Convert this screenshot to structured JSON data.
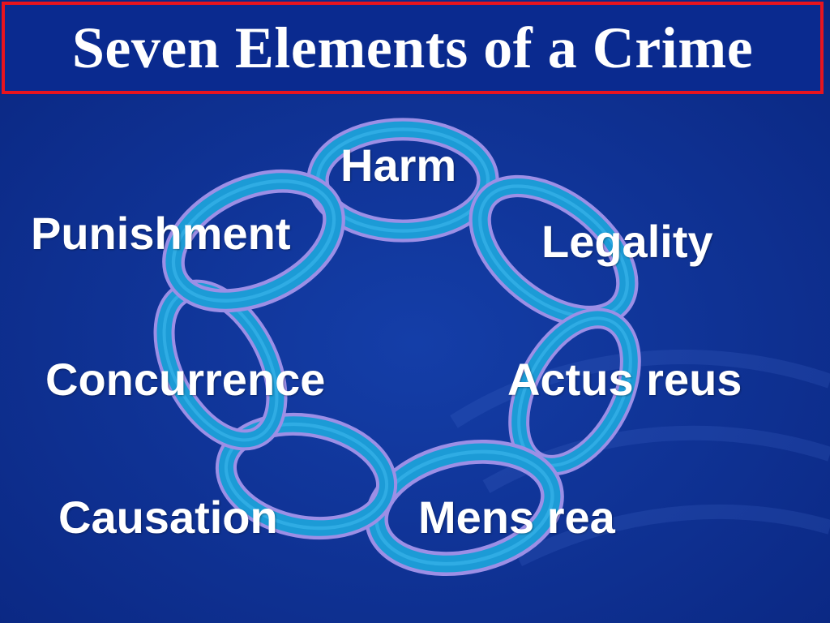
{
  "slide": {
    "title": "Seven Elements of a Crime",
    "colors": {
      "background": "#0d2f8c",
      "title_border": "#e8141e",
      "chain_fill": "#1c9bd6",
      "chain_outline": "#9c8fe6",
      "text": "#ffffff"
    }
  },
  "elements": {
    "harm": "Harm",
    "legality": "Legality",
    "actus_reus": "Actus reus",
    "mens_rea": "Mens rea",
    "causation": "Causation",
    "concurrence": "Concurrence",
    "punishment": "Punishment"
  }
}
